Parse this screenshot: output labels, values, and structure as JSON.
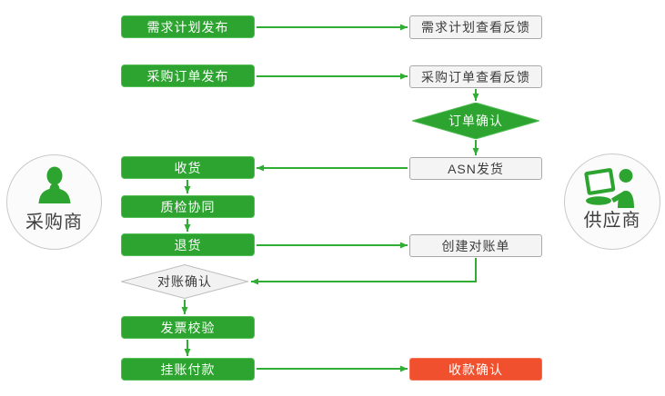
{
  "diagram": {
    "actors": {
      "buyer": {
        "label": "采购商",
        "icon": "person-icon"
      },
      "supplier": {
        "label": "供应商",
        "icon": "person-laptop-icon"
      }
    },
    "nodes": {
      "demand_plan_publish": "需求计划发布",
      "purchase_order_publish": "采购订单发布",
      "receive_goods": "收货",
      "quality_collab": "质检协同",
      "return_goods": "退货",
      "invoice_verify": "发票校验",
      "book_payment": "挂账付款",
      "demand_plan_feedback": "需求计划查看反馈",
      "purchase_order_feedback": "采购订单查看反馈",
      "order_confirm": "订单确认",
      "asn_ship": "ASN发货",
      "create_statement": "创建对账单",
      "reconcile_confirm": "对账确认",
      "receipt_confirm": "收款确认"
    },
    "colors": {
      "process_green": "#2CA42F",
      "arrow_green": "#2FAE33",
      "alert_red": "#F1502E",
      "light_gray_fill": "#F4F4F4",
      "light_gray_border": "#A9A9A9",
      "gray_diamond_fill": "#F2F2F2",
      "text_dark": "#3C3C3C",
      "text_white": "#FFFFFF",
      "avatar_background": "#FBFBFB",
      "avatar_border": "#C9C9C9"
    }
  }
}
